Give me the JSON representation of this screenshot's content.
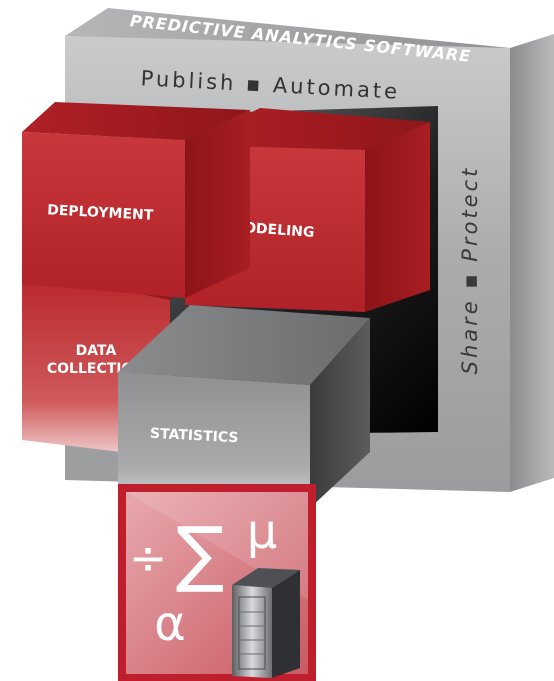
{
  "frame": {
    "top_banner": "PREDICTIVE ANALYTICS SOFTWARE",
    "top_label": "Publish ▪ Automate",
    "side_label": "Share ▪ Protect"
  },
  "cubes": {
    "deployment": "DEPLOYMENT",
    "modeling": "MODELING",
    "data_line1": "DATA",
    "data_line2": "COLLECTION",
    "statistics": "STATISTICS"
  },
  "icon": {
    "symbols": [
      "÷",
      "∑",
      "μ",
      "α"
    ],
    "name": "statistics-server-icon"
  },
  "colors": {
    "red": "#c0282e",
    "red_dark": "#8e1418",
    "gray_frame": "#a6a8aa",
    "gray_cube": "#8c8e90",
    "icon_bg": "#c02030"
  }
}
